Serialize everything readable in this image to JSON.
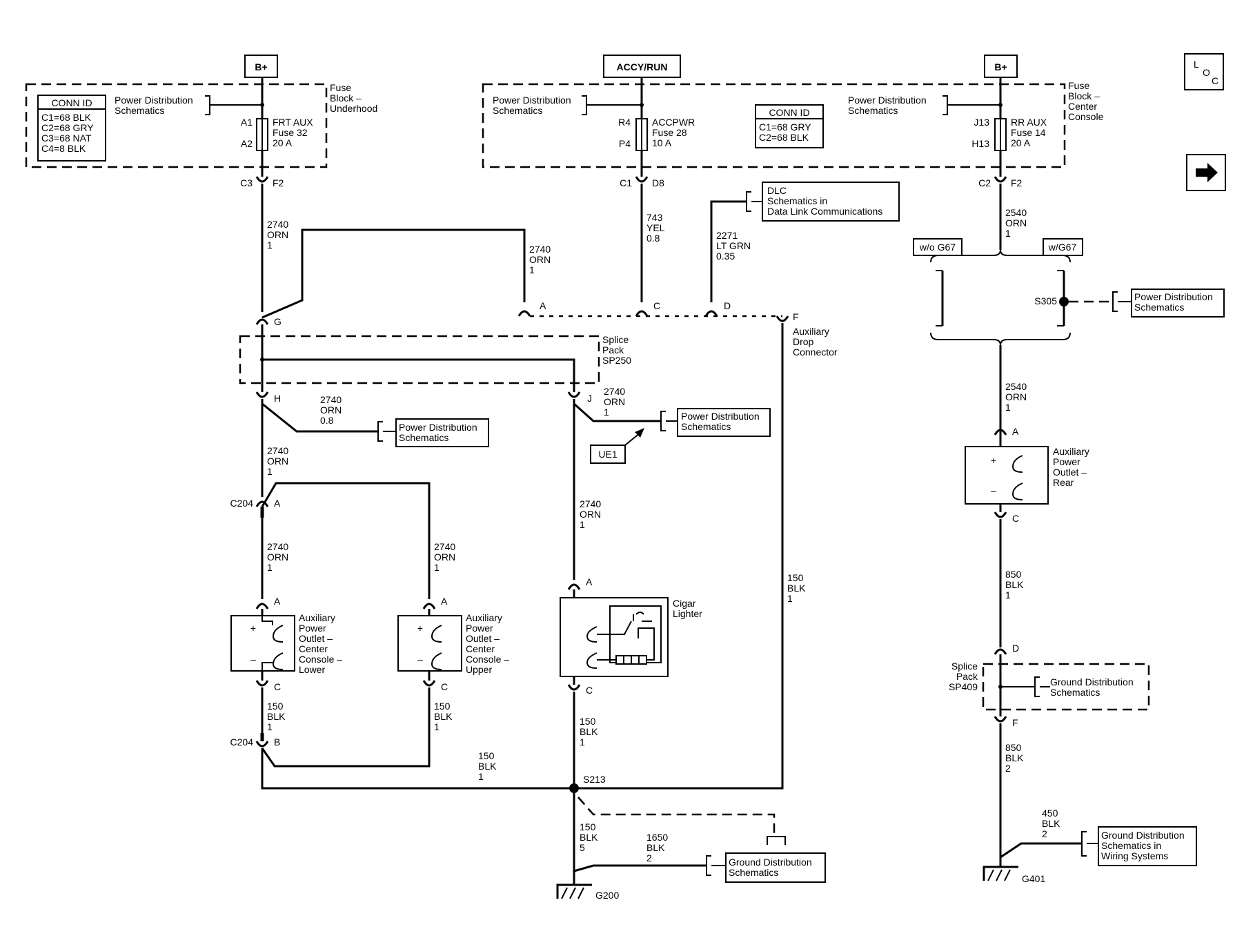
{
  "title_boxes": {
    "b_plus": "B+",
    "accy_run": "ACCY/RUN"
  },
  "fuse_block_underhood": {
    "label": [
      "Fuse",
      "Block –",
      "Underhood"
    ],
    "conn_title": "CONN ID",
    "conn_lines": [
      "C1=68 BLK",
      "C2=68 GRY",
      "C3=68 NAT",
      "C4=8 BLK"
    ],
    "ref": [
      "Power Distribution",
      "Schematics"
    ],
    "pin_in": "A1",
    "pin_out": "A2",
    "fuse": [
      "FRT AUX",
      "Fuse 32",
      "20 A"
    ],
    "conn_left": "C3",
    "conn_right": "F2"
  },
  "fuse_block_center": {
    "label": [
      "Fuse",
      "Block –",
      "Center",
      "Console"
    ],
    "conn_title": "CONN ID",
    "conn_lines": [
      "C1=68 GRY",
      "C2=68 BLK"
    ],
    "acc_ref": [
      "Power Distribution",
      "Schematics"
    ],
    "acc_pin_in": "R4",
    "acc_pin_out": "P4",
    "acc_fuse": [
      "ACCPWR",
      "Fuse 28",
      "10 A"
    ],
    "acc_conn_left": "C1",
    "acc_conn_right": "D8",
    "rr_ref": [
      "Power Distribution",
      "Schematics"
    ],
    "rr_pin_in": "J13",
    "rr_pin_out": "H13",
    "rr_fuse": [
      "RR AUX",
      "Fuse 14",
      "20 A"
    ],
    "rr_conn_left": "C2",
    "rr_conn_right": "F2"
  },
  "icons": {
    "loc": [
      "L",
      "O",
      "C"
    ],
    "next": "arrow-right-icon"
  },
  "dlc_ref": [
    "DLC",
    "Schematics in",
    "Data Link Communications"
  ],
  "wires": {
    "w2740_top": [
      "2740",
      "ORN",
      "1"
    ],
    "w2740_a": [
      "2740",
      "ORN",
      "1"
    ],
    "w743": [
      "743",
      "YEL",
      "0.8"
    ],
    "w2271": [
      "2271",
      "LT GRN",
      "0.35"
    ],
    "w2540_top": [
      "2540",
      "ORN",
      "1"
    ],
    "w2740_h": [
      "2740",
      "ORN",
      "0.8"
    ],
    "w2740_j": [
      "2740",
      "ORN",
      "1"
    ],
    "w2740_c204": [
      "2740",
      "ORN",
      "1"
    ],
    "w2740_lower": [
      "2740",
      "ORN",
      "1"
    ],
    "w2740_upper": [
      "2740",
      "ORN",
      "1"
    ],
    "w2740_cigar": [
      "2740",
      "ORN",
      "1"
    ],
    "w150_f": [
      "150",
      "BLK",
      "1"
    ],
    "w2540_rear": [
      "2540",
      "ORN",
      "1"
    ],
    "w150_lower": [
      "150",
      "BLK",
      "1"
    ],
    "w150_upper": [
      "150",
      "BLK",
      "1"
    ],
    "w150_cigar": [
      "150",
      "BLK",
      "1"
    ],
    "w150_bus": [
      "150",
      "BLK",
      "1"
    ],
    "w150_g200": [
      "150",
      "BLK",
      "5"
    ],
    "w1650": [
      "1650",
      "BLK",
      "2"
    ],
    "w850_a": [
      "850",
      "BLK",
      "1"
    ],
    "w850_b": [
      "850",
      "BLK",
      "2"
    ],
    "w450": [
      "450",
      "BLK",
      "2"
    ]
  },
  "pins": {
    "g": "G",
    "a": "A",
    "c": "C",
    "d": "D",
    "f": "F",
    "h": "H",
    "j": "J",
    "b": "B"
  },
  "aux_drop": [
    "Auxiliary",
    "Drop",
    "Connector"
  ],
  "splice_sp250": [
    "Splice",
    "Pack",
    "SP250"
  ],
  "splice_sp409": [
    "Splice",
    "Pack",
    "SP409"
  ],
  "pd_refs": {
    "h": [
      "Power Distribution",
      "Schematics"
    ],
    "j": [
      "Power Distribution",
      "Schematics"
    ],
    "s305": [
      "Power Distribution",
      "Schematics"
    ]
  },
  "ue1": "UE1",
  "connectors": {
    "c204": "C204",
    "s213": "S213",
    "s305": "S305"
  },
  "options": {
    "without": "w/o G67",
    "with": "w/G67"
  },
  "components": {
    "lower": [
      "Auxiliary",
      "Power",
      "Outlet –",
      "Center",
      "Console –",
      "Lower"
    ],
    "upper": [
      "Auxiliary",
      "Power",
      "Outlet –",
      "Center",
      "Console –",
      "Upper"
    ],
    "cigar": [
      "Cigar",
      "Lighter"
    ],
    "rear": [
      "Auxiliary",
      "Power",
      "Outlet –",
      "Rear"
    ]
  },
  "polarity": {
    "plus": "+",
    "minus": "–"
  },
  "grounds": {
    "g200": "G200",
    "g401": "G401",
    "g200_ref": [
      "Ground Distribution",
      "Schematics"
    ],
    "sp409_ref": [
      "Ground Distribution",
      "Schematics"
    ],
    "g401_ref": [
      "Ground Distribution",
      "Schematics in",
      "Wiring Systems"
    ]
  }
}
